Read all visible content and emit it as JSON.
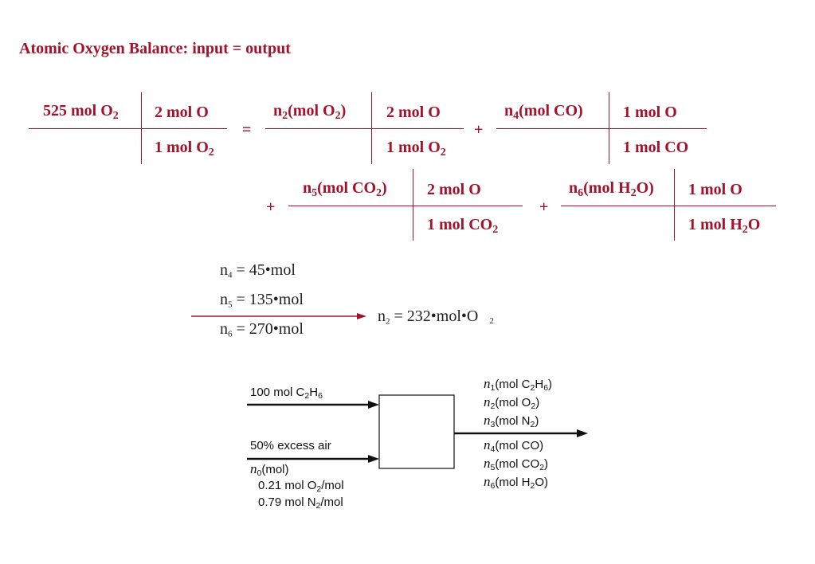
{
  "title": "Atomic Oxygen Balance: input = output",
  "balance": {
    "row1": {
      "t1_num": "525 mol O",
      "t1_num_sub": "2",
      "t1_f_num": "2 mol O",
      "t1_f_den": "1 mol O",
      "t1_f_den_sub": "2",
      "eq": "=",
      "t2_num_pre": "n",
      "t2_num_idx": "2",
      "t2_num_mid": "(mol O",
      "t2_num_sub": "2",
      "t2_num_post": ")",
      "t2_f_num": "2 mol O",
      "t2_f_den": "1 mol O",
      "t2_f_den_sub": "2",
      "plus1": "+",
      "t3_num_pre": "n",
      "t3_num_idx": "4",
      "t3_num_post": "(mol CO)",
      "t3_f_num": "1 mol O",
      "t3_f_den": "1 mol CO"
    },
    "row2": {
      "plus_a": "+",
      "t4_num_pre": "n",
      "t4_num_idx": "5",
      "t4_num_mid": "(mol CO",
      "t4_num_sub": "2",
      "t4_num_post": ")",
      "t4_f_num": "2 mol O",
      "t4_f_den": "1 mol CO",
      "t4_f_den_sub": "2",
      "plus_b": "+",
      "t5_num_pre": "n",
      "t5_num_idx": "6",
      "t5_num_mid": "(mol H",
      "t5_num_sub": "2",
      "t5_num_post": "O)",
      "t5_f_num": "1 mol O",
      "t5_f_den_pre": "1 mol H",
      "t5_f_den_sub": "2",
      "t5_f_den_post": "O"
    }
  },
  "solution": {
    "n4": {
      "var": "n",
      "idx": "4",
      "rhs": "= 45•mol"
    },
    "n5": {
      "var": "n",
      "idx": "5",
      "rhs": "= 135•mol"
    },
    "n6": {
      "var": "n",
      "idx": "6",
      "rhs": "= 270•mol"
    },
    "result": {
      "var": "n",
      "idx": "2",
      "rhs": "= 232•mol•O",
      "tail_sub": "2"
    }
  },
  "diagram": {
    "feed1_pre": "100 mol C",
    "feed1_sub1": "2",
    "feed1_mid": "H",
    "feed1_sub2": "6",
    "feed2_label": "50% excess air",
    "feed2_n": "n",
    "feed2_idx": "0",
    "feed2_post": "(mol)",
    "air_o2_pre": "0.21 mol O",
    "air_o2_sub": "2",
    "air_o2_post": "/mol",
    "air_n2_pre": "0.79 mol N",
    "air_n2_sub": "2",
    "air_n2_post": "/mol",
    "outputs": [
      {
        "var": "n",
        "idx": "1",
        "pre": "(mol C",
        "s1": "2",
        "mid": "H",
        "s2": "6",
        "post": ")"
      },
      {
        "var": "n",
        "idx": "2",
        "pre": "(mol O",
        "s1": "2",
        "mid": "",
        "s2": "",
        "post": ")"
      },
      {
        "var": "n",
        "idx": "3",
        "pre": "(mol N",
        "s1": "2",
        "mid": "",
        "s2": "",
        "post": ")"
      },
      {
        "var": "n",
        "idx": "4",
        "pre": "(mol CO)",
        "s1": "",
        "mid": "",
        "s2": "",
        "post": ""
      },
      {
        "var": "n",
        "idx": "5",
        "pre": "(mol CO",
        "s1": "2",
        "mid": "",
        "s2": "",
        "post": ")"
      },
      {
        "var": "n",
        "idx": "6",
        "pre": "(mol H",
        "s1": "2",
        "mid": "O)",
        "s2": "",
        "post": ""
      }
    ]
  },
  "colors": {
    "accent": "#a3122a",
    "text": "#222222"
  }
}
